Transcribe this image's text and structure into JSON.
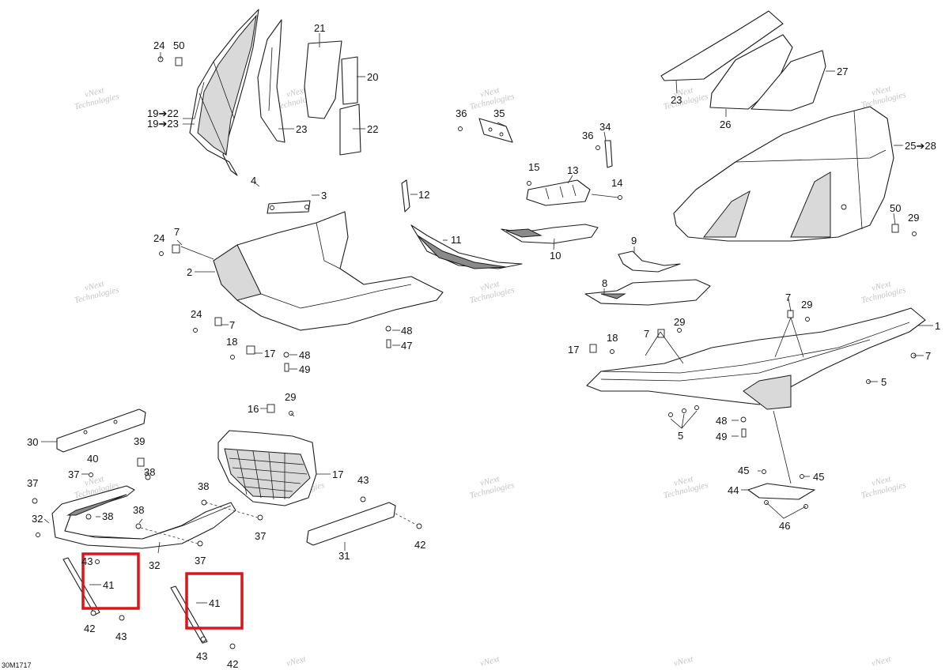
{
  "drawing_code": "30M1717",
  "watermark": {
    "line1": "vNext",
    "line2": "Technologies"
  },
  "callouts": [
    {
      "id": "c24a",
      "label": "24"
    },
    {
      "id": "c50a",
      "label": "50"
    },
    {
      "id": "c21",
      "label": "21"
    },
    {
      "id": "c20",
      "label": "20"
    },
    {
      "id": "c1922",
      "label": "19➔22"
    },
    {
      "id": "c1923",
      "label": "19➔23"
    },
    {
      "id": "c23",
      "label": "23"
    },
    {
      "id": "c22",
      "label": "22"
    },
    {
      "id": "c4",
      "label": "4"
    },
    {
      "id": "c3",
      "label": "3"
    },
    {
      "id": "c12",
      "label": "12"
    },
    {
      "id": "c24b",
      "label": "24"
    },
    {
      "id": "c7a",
      "label": "7"
    },
    {
      "id": "c2",
      "label": "2"
    },
    {
      "id": "c11",
      "label": "11"
    },
    {
      "id": "c24c",
      "label": "24"
    },
    {
      "id": "c7b",
      "label": "7"
    },
    {
      "id": "c18a",
      "label": "18"
    },
    {
      "id": "c17a",
      "label": "17"
    },
    {
      "id": "c48a",
      "label": "48"
    },
    {
      "id": "c47",
      "label": "47"
    },
    {
      "id": "c48b",
      "label": "48"
    },
    {
      "id": "c49a",
      "label": "49"
    },
    {
      "id": "c36a",
      "label": "36"
    },
    {
      "id": "c35",
      "label": "35"
    },
    {
      "id": "c34",
      "label": "34"
    },
    {
      "id": "c36b",
      "label": "36"
    },
    {
      "id": "c15",
      "label": "15"
    },
    {
      "id": "c13",
      "label": "13"
    },
    {
      "id": "c14",
      "label": "14"
    },
    {
      "id": "c10",
      "label": "10"
    },
    {
      "id": "c9",
      "label": "9"
    },
    {
      "id": "c8",
      "label": "8"
    },
    {
      "id": "c23b",
      "label": "23"
    },
    {
      "id": "c26",
      "label": "26"
    },
    {
      "id": "c27",
      "label": "27"
    },
    {
      "id": "c2528",
      "label": "25➔28"
    },
    {
      "id": "c50b",
      "label": "50"
    },
    {
      "id": "c29a",
      "label": "29"
    },
    {
      "id": "c7c",
      "label": "7"
    },
    {
      "id": "c29b",
      "label": "29"
    },
    {
      "id": "c1",
      "label": "1"
    },
    {
      "id": "c7d",
      "label": "7"
    },
    {
      "id": "c29c",
      "label": "29"
    },
    {
      "id": "c17b",
      "label": "17"
    },
    {
      "id": "c18b",
      "label": "18"
    },
    {
      "id": "c7e",
      "label": "7"
    },
    {
      "id": "c5a",
      "label": "5"
    },
    {
      "id": "c5b",
      "label": "5"
    },
    {
      "id": "c48c",
      "label": "48"
    },
    {
      "id": "c49b",
      "label": "49"
    },
    {
      "id": "c45a",
      "label": "45"
    },
    {
      "id": "c45b",
      "label": "45"
    },
    {
      "id": "c44",
      "label": "44"
    },
    {
      "id": "c46",
      "label": "46"
    },
    {
      "id": "c16",
      "label": "16"
    },
    {
      "id": "c29d",
      "label": "29"
    },
    {
      "id": "c17c",
      "label": "17"
    },
    {
      "id": "c30",
      "label": "30"
    },
    {
      "id": "c39",
      "label": "39"
    },
    {
      "id": "c40",
      "label": "40"
    },
    {
      "id": "c37a",
      "label": "37"
    },
    {
      "id": "c38a",
      "label": "38"
    },
    {
      "id": "c37b",
      "label": "37"
    },
    {
      "id": "c32a",
      "label": "32"
    },
    {
      "id": "c38b",
      "label": "38"
    },
    {
      "id": "c38c",
      "label": "38"
    },
    {
      "id": "c38d",
      "label": "38"
    },
    {
      "id": "c37c",
      "label": "37"
    },
    {
      "id": "c43a",
      "label": "43"
    },
    {
      "id": "c37d",
      "label": "37"
    },
    {
      "id": "c32b",
      "label": "32"
    },
    {
      "id": "c31",
      "label": "31"
    },
    {
      "id": "c42a",
      "label": "42"
    },
    {
      "id": "c43b",
      "label": "43"
    },
    {
      "id": "c41a",
      "label": "41"
    },
    {
      "id": "c42b",
      "label": "42"
    },
    {
      "id": "c43c",
      "label": "43"
    },
    {
      "id": "c41b",
      "label": "41"
    },
    {
      "id": "c43d",
      "label": "43"
    },
    {
      "id": "c42c",
      "label": "42"
    }
  ],
  "colors": {
    "line": "#1c1c1c",
    "highlight": "#d8161b",
    "watermark": "#c4c4c4"
  }
}
